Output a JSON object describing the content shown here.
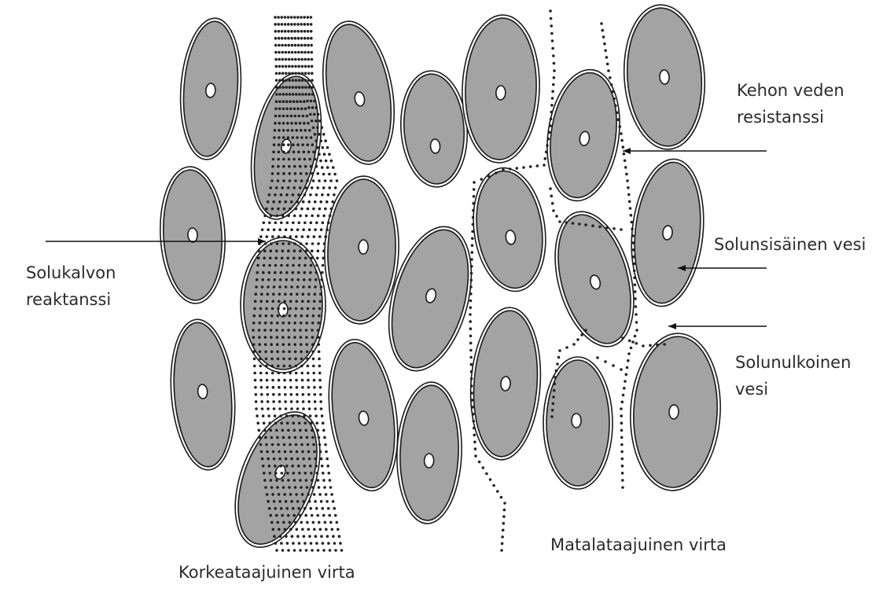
{
  "labels": {
    "body_water_resistance": [
      "Kehon veden",
      "resistanssi"
    ],
    "intracellular_water": "Solunsisäinen vesi",
    "extracellular_water": [
      "Solunulkoinen",
      "vesi"
    ],
    "membrane_reactance": [
      "Solukalvon",
      "reaktanssi"
    ],
    "low_frequency_current": "Matalataajuinen virta",
    "high_frequency_current": "Korkeataajuinen virta"
  },
  "colors": {
    "cell_fill": "#a3a3a3",
    "outline": "#1a1a1a",
    "dot": "#222222",
    "background": "#ffffff",
    "text": "#2b2b2b"
  }
}
